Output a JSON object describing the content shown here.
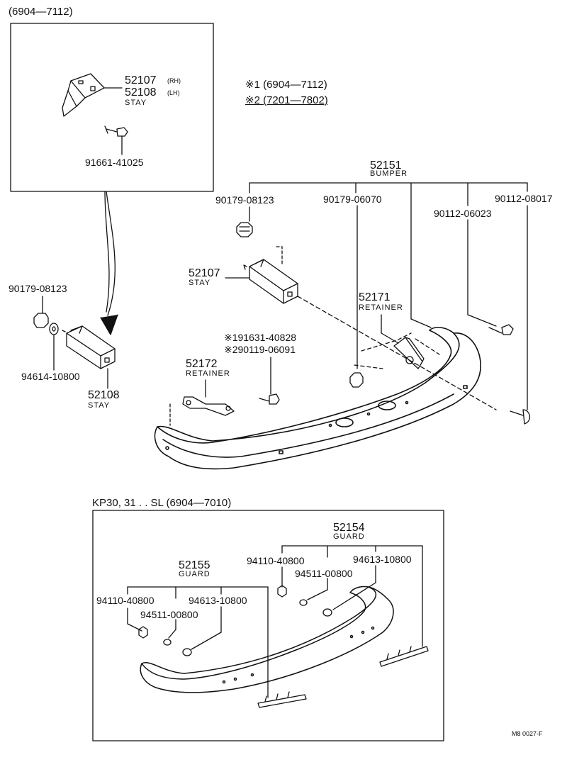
{
  "inset_top": {
    "range": "(6904—7112)"
  },
  "stay_detail": {
    "pn_rh": "52107",
    "rh": "(RH)",
    "pn_lh": "52108",
    "lh": "(LH)",
    "name": "STAY",
    "bolt_pn": "91661-41025"
  },
  "notes": {
    "note1": "※1 (6904—7112)",
    "note2": "※2 (7201—7802)"
  },
  "bumper": {
    "pn": "52151",
    "name": "BUMPER"
  },
  "fasteners": {
    "f1": "90179-08123",
    "f2": "90179-06070",
    "f3": "90112-08017",
    "f4": "90112-06023"
  },
  "stay_rh": {
    "pn": "52107",
    "name": "STAY"
  },
  "left_group": {
    "nut": "90179-08123",
    "washer": "94614-10800",
    "pn": "52108",
    "name": "STAY"
  },
  "retainer_r": {
    "pn": "52171",
    "name": "RETAINER"
  },
  "retainer_l": {
    "pn": "52172",
    "name": "RETAINER"
  },
  "bolts": {
    "b1": "※191631-40828",
    "b2": "※290119-06091"
  },
  "guard_box": {
    "title": "KP30, 31 . . SL (6904—7010)",
    "g1": {
      "pn": "52154",
      "name": "GUARD",
      "p1": "94110-40800",
      "p2": "94613-10800",
      "p3": "94511-00800"
    },
    "g2": {
      "pn": "52155",
      "name": "GUARD",
      "p1": "94110-40800",
      "p2": "94613-10800",
      "p3": "94511-00800"
    }
  },
  "ref_code": "M8 0027-F"
}
